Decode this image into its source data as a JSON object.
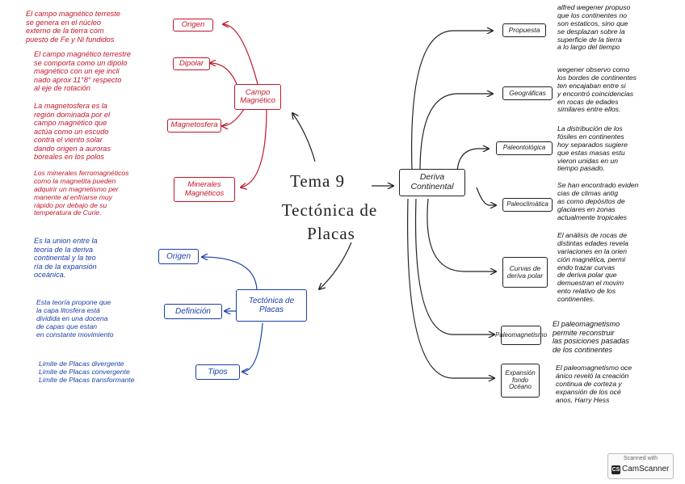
{
  "center": {
    "title_line1": "Tema 9",
    "title_line2": "Tectónica de",
    "title_line3": "Placas"
  },
  "campo": {
    "main": "Campo Magnético",
    "boxes": [
      "Origen",
      "Dipolar",
      "Magnetosfera",
      "Minerales Magnéticos"
    ],
    "notes": [
      [
        "El campo magnético terreste",
        "se genera en el núcleo",
        "externo de la tierra com",
        "puesto de Fe y Ni fundidos"
      ],
      [
        "El campo magnético terrestre",
        "se comporta como un dipolo",
        "magnético con un eje incli",
        "nado aprox 11°8° respecto",
        "al eje de rotación"
      ],
      [
        "La magnetosfera es la",
        "región dominada por el",
        "campo magnético que",
        "actúa como un escudo",
        "contra el viento solar",
        "dando origen a auroras",
        "boreales en los polos"
      ],
      [
        "Los minerales ferromagnéticos",
        "como la magnetita pueden",
        "adquirir un magnetismo per",
        "manente al enfriarse muy",
        "rápido por debajo de su",
        "temperatura de Curie."
      ]
    ]
  },
  "tectonica": {
    "main": "Tectónica de Placas",
    "boxes": [
      "Origen",
      "Definición",
      "Tipos"
    ],
    "notes": [
      [
        "Es la union entre la",
        "teoria de la deriva",
        "continental y la teo",
        "ría de la expansión",
        "oceánica."
      ],
      [
        "Esta teoría propone que",
        "la capa litosfera está",
        "dividida en una docena",
        "de capas que estan",
        "en constante movimiento"
      ],
      [
        "Limite de Placas divergente",
        "Limite de Placas convergente",
        "Limite de Placas transformante"
      ]
    ]
  },
  "deriva": {
    "main": "Deriva Continental",
    "boxes": [
      "Propuesta",
      "Geográficas",
      "Paleontológica",
      "Paleoclimática",
      "Curvas de deriva polar",
      "Paleomagnetismo",
      "Expansión fondo Océano"
    ],
    "notes": [
      [
        "alfred wegener propuso",
        "que los continentes no",
        "son estaticos, sino que",
        "se desplazan sobre la",
        "superficie de la tierra",
        "a lo largo del tiempo"
      ],
      [
        "wegener observo como",
        "los bordes de continentes",
        "ten encajaban entre si",
        "y encontró coincidencias",
        "en rocas de edades",
        "similares entre ellos."
      ],
      [
        "La distribución de los",
        "fósiles en continentes",
        "hoy separados sugiere",
        "que estas masas estu",
        "vieron unidas en un",
        "tiempo pasado."
      ],
      [
        "Se han encontrado eviden",
        "cias de climas antig",
        "as como depósitos de",
        "glaciares en zonas",
        "actualmente tropicales"
      ],
      [
        "El análisis de rocas de",
        "distintas edades revela",
        "variaciones en la orien",
        "ción magnética, permi",
        "endo trazar curvas",
        "de deriva polar que",
        "demuestran el movim",
        "ento relativo de los",
        "continentes."
      ],
      [
        "El paleomagnetismo",
        "permite reconstruir",
        "las posiciones pasadas",
        "de los continentes"
      ],
      [
        "El paleomagnetismo oce",
        "ánico reveló la creación",
        "continua de corteza y",
        "expansión de los océ",
        "anos, Harry Hess"
      ]
    ]
  },
  "badge": {
    "top": "Scanned with",
    "brand": "CamScanner",
    "logo": "CS"
  }
}
